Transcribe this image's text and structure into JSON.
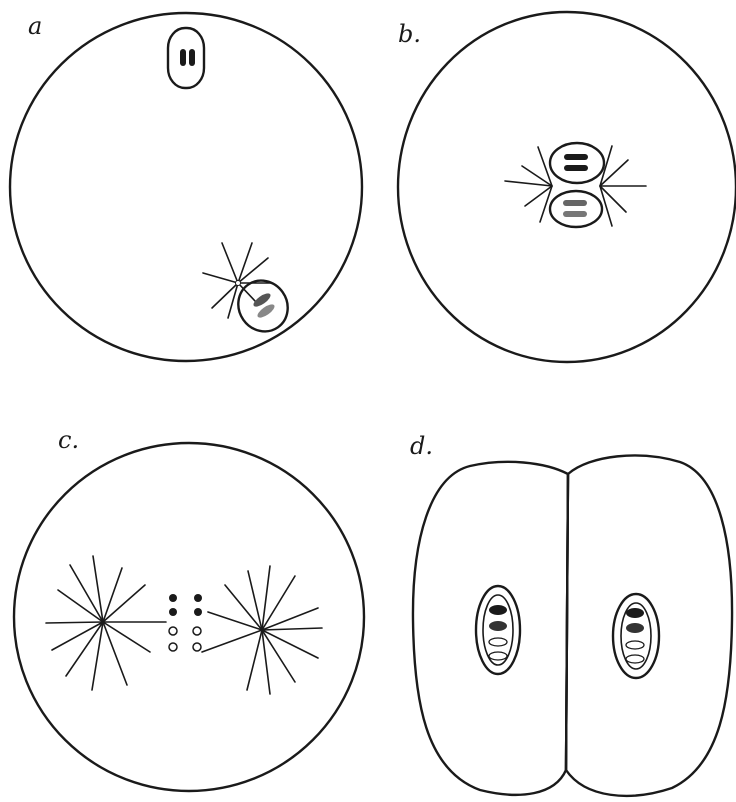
{
  "figure": {
    "panels": [
      {
        "id": "a",
        "label": "a"
      },
      {
        "id": "b",
        "label": "b."
      },
      {
        "id": "c",
        "label": "c."
      },
      {
        "id": "d",
        "label": "d."
      }
    ]
  }
}
